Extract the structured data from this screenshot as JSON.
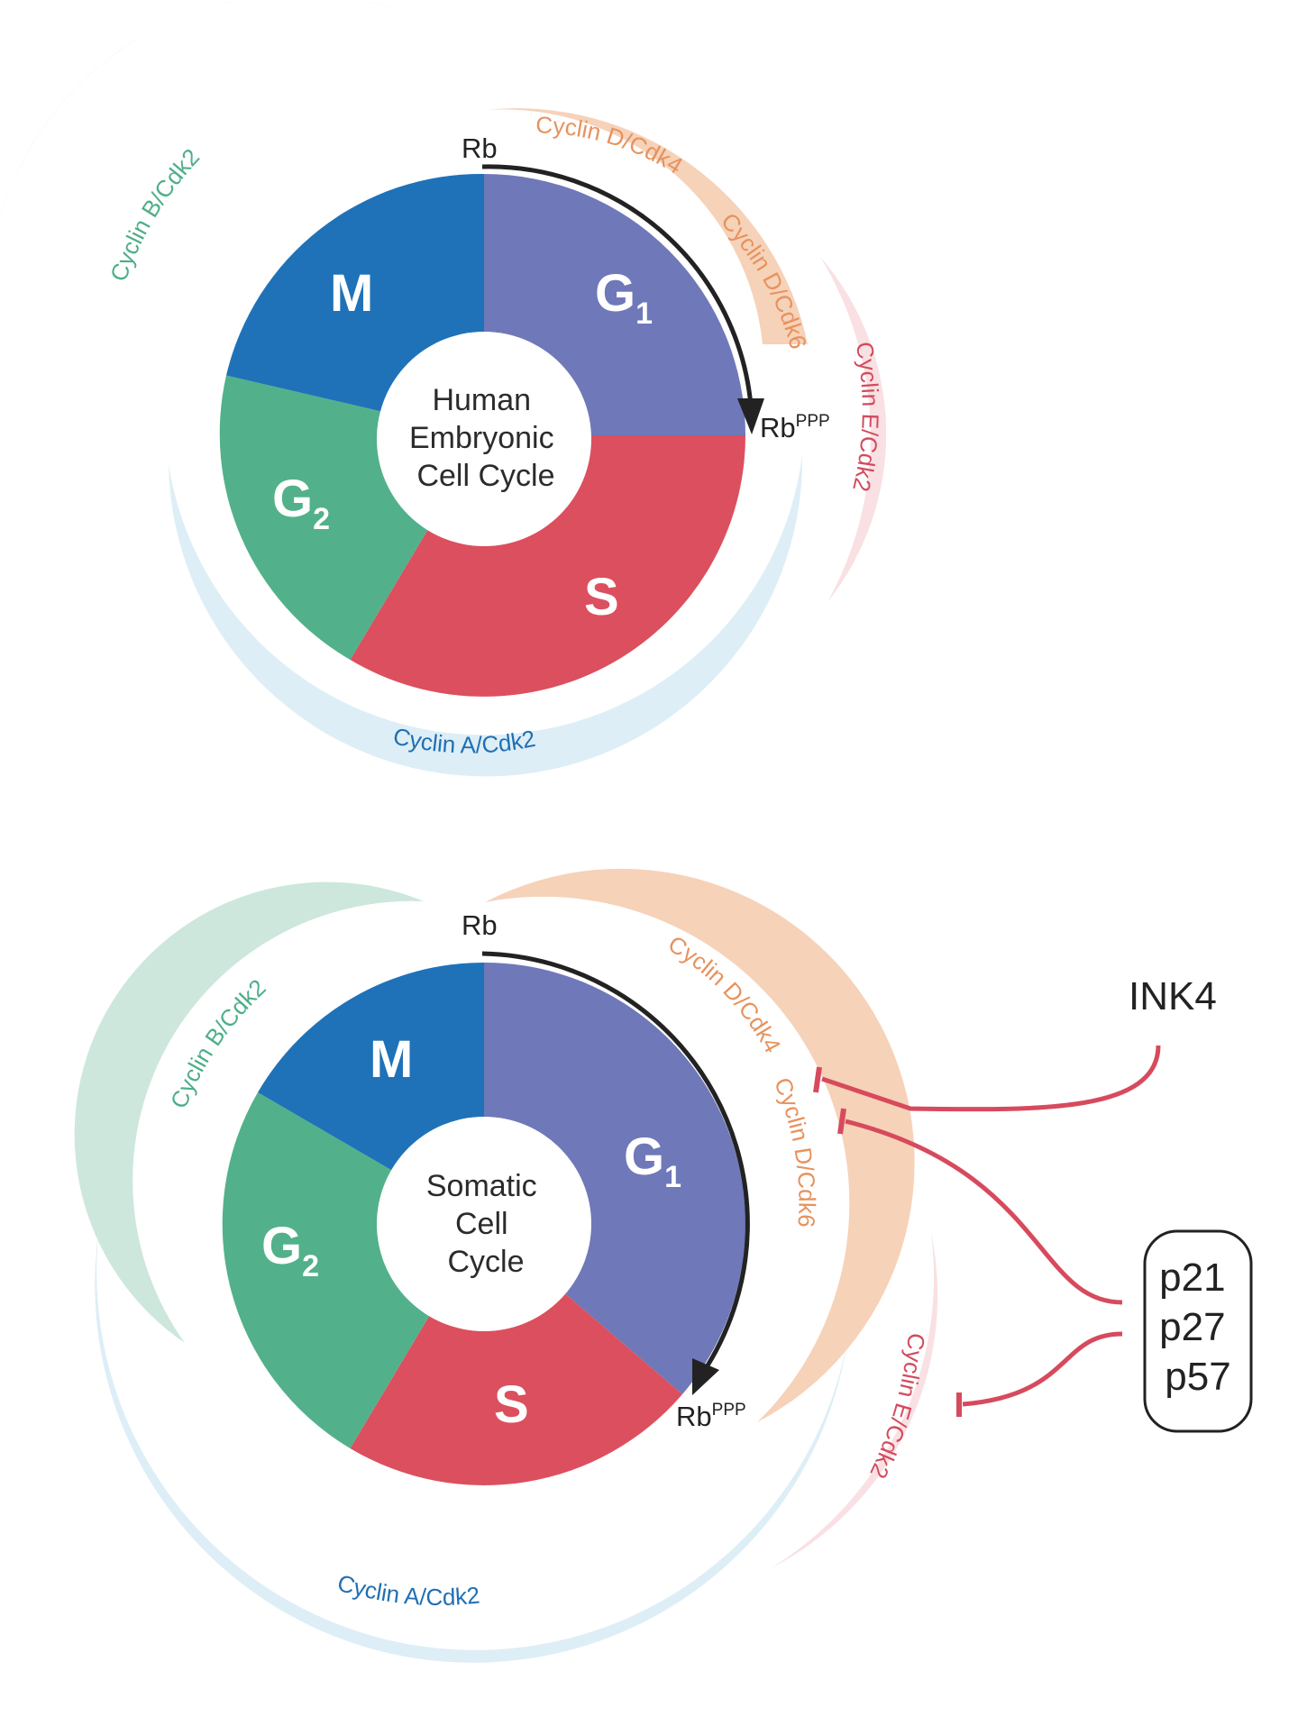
{
  "colors": {
    "g1": "#6F78B8",
    "s": "#DC4F5E",
    "g2": "#52B18A",
    "m": "#1F72B8",
    "cyclin_d": "#F6D2B9",
    "cyclin_d_text": "#E7925D",
    "cyclin_e": "#F9E0E3",
    "cyclin_e_text": "#D34B5E",
    "cyclin_a": "#DDEEF6",
    "cyclin_a_text": "#1F6FB4",
    "cyclin_b": "#CDE7DC",
    "cyclin_b_text": "#4DAE87",
    "inhibitor": "#D74A5D",
    "arrow": "#222222"
  },
  "embryonic": {
    "center_lines": [
      "Human",
      "Embryonic",
      "Cell Cycle"
    ],
    "phases": {
      "g1": "G",
      "g1_sub": "1",
      "s": "S",
      "g2": "G",
      "g2_sub": "2",
      "m": "M"
    },
    "rb_start": "Rb",
    "rb_end": "Rb",
    "rb_end_sup": "PPP",
    "cyclins": {
      "d4": "Cyclin D/Cdk4",
      "d6": "Cyclin D/Cdk6",
      "e": "Cyclin E/Cdk2",
      "a": "Cyclin A/Cdk2",
      "b": "Cyclin B/Cdk2"
    }
  },
  "somatic": {
    "center_lines": [
      "Somatic",
      "Cell",
      "Cycle"
    ],
    "phases": {
      "g1": "G",
      "g1_sub": "1",
      "s": "S",
      "g2": "G",
      "g2_sub": "2",
      "m": "M"
    },
    "rb_start": "Rb",
    "rb_end": "Rb",
    "rb_end_sup": "PPP",
    "cyclins": {
      "d4": "Cyclin D/Cdk4",
      "d6": "Cyclin D/Cdk6",
      "e": "Cyclin E/Cdk2",
      "a": "Cyclin A/Cdk2",
      "b": "Cyclin B/Cdk2"
    },
    "inhibitors": {
      "ink4": "INK4",
      "cip_kip": [
        "p21",
        "p27",
        "p57"
      ]
    }
  }
}
